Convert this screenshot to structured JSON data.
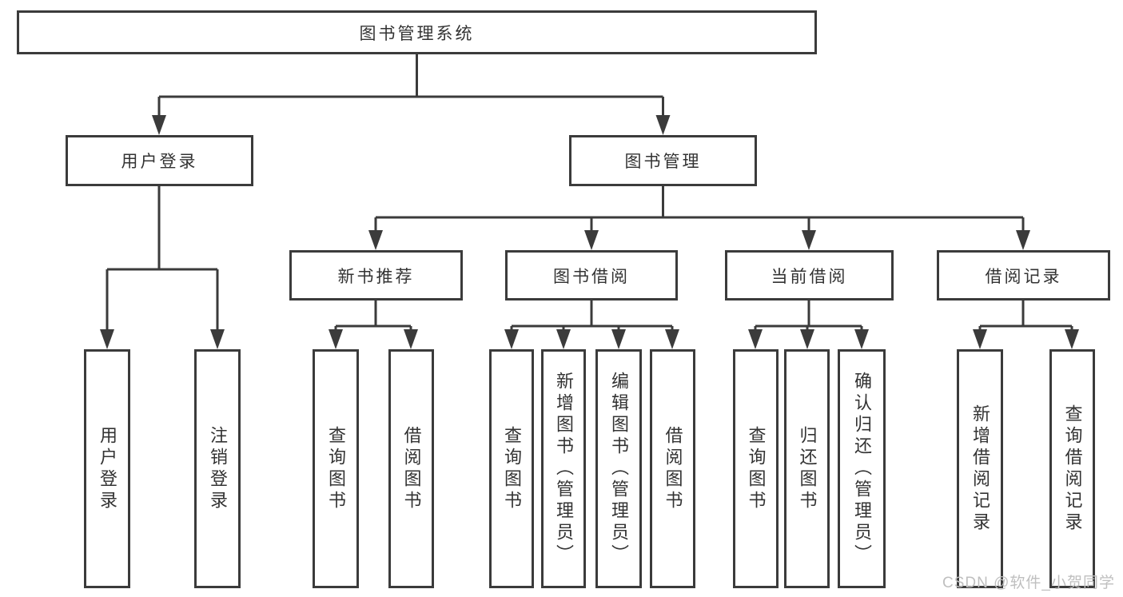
{
  "diagram": {
    "background": "#ffffff",
    "line_color": "#3b3b3b",
    "text_color": "#333333",
    "tree": {
      "root": {
        "label": "图书管理系统",
        "children": [
          {
            "label": "用户登录",
            "children": [
              {
                "label": "用户登录"
              },
              {
                "label": "注销登录"
              }
            ]
          },
          {
            "label": "图书管理",
            "children": [
              {
                "label": "新书推荐",
                "children": [
                  {
                    "label": "查询图书"
                  },
                  {
                    "label": "借阅图书"
                  }
                ]
              },
              {
                "label": "图书借阅",
                "children": [
                  {
                    "label": "查询图书"
                  },
                  {
                    "label": "新增图书（管理员）"
                  },
                  {
                    "label": "编辑图书（管理员）"
                  },
                  {
                    "label": "借阅图书"
                  }
                ]
              },
              {
                "label": "当前借阅",
                "children": [
                  {
                    "label": "查询图书"
                  },
                  {
                    "label": "归还图书"
                  },
                  {
                    "label": "确认归还（管理员）"
                  }
                ]
              },
              {
                "label": "借阅记录",
                "children": [
                  {
                    "label": "新增借阅记录"
                  },
                  {
                    "label": "查询借阅记录"
                  }
                ]
              }
            ]
          }
        ]
      }
    },
    "watermark": {
      "text": "CSDN @软件_小贺同学",
      "color": "#bfbfbf"
    }
  }
}
